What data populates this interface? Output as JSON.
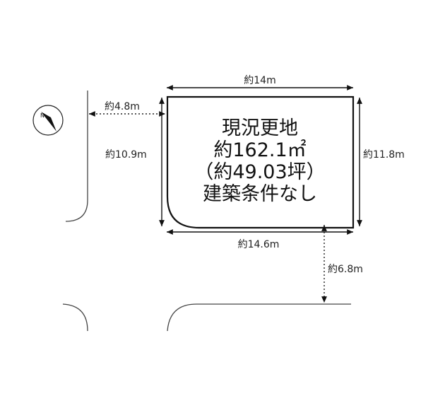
{
  "lot": {
    "status": "現況更地",
    "area_m2": "約162.1㎡",
    "area_tsubo": "（約49.03坪）",
    "condition": "建築条件なし"
  },
  "dimensions": {
    "top": "約14m",
    "bottom": "約14.6m",
    "left": "約10.9m",
    "right": "約11.8m",
    "setback_left": "約4.8m",
    "road_width": "約6.8m"
  },
  "compass": {
    "label": "N",
    "icon": "north-arrow-icon"
  },
  "colors": {
    "line": "#111111",
    "road": "#444444",
    "background": "#ffffff"
  }
}
